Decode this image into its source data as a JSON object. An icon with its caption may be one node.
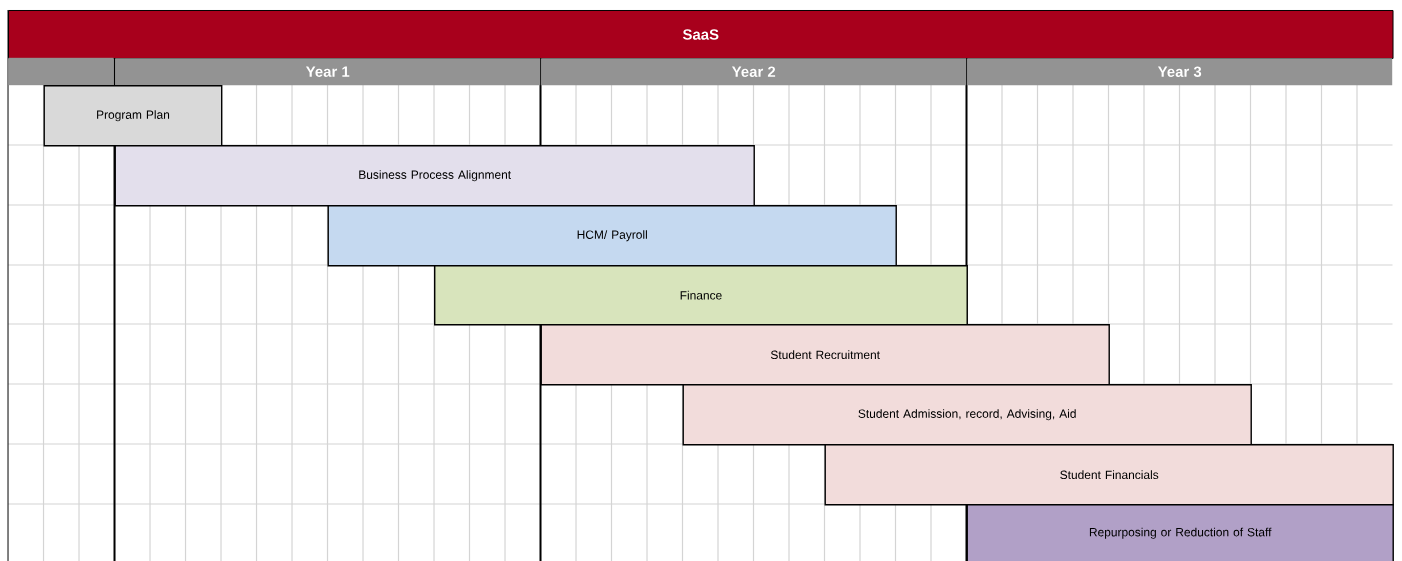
{
  "diagram": {
    "title": "SaaS",
    "nodes": [
      {
        "text": [
          "Year 1"
        ]
      },
      {
        "text": [
          "Year 2"
        ]
      },
      {
        "text": [
          "Year 3"
        ]
      },
      {
        "text": [
          "Program Plan"
        ]
      },
      {
        "text": [
          "Business Process Alignment"
        ]
      },
      {
        "text": [
          "HCM/ Payroll"
        ]
      },
      {
        "text": [
          "Finance"
        ]
      },
      {
        "text": [
          "Student Recruitment"
        ]
      },
      {
        "text": [
          "Student Admission, record, Advising, Aid"
        ]
      },
      {
        "text": [
          "Student Financials"
        ]
      },
      {
        "text": [
          "Repurposing or Reduction of Staff"
        ]
      }
    ]
  }
}
